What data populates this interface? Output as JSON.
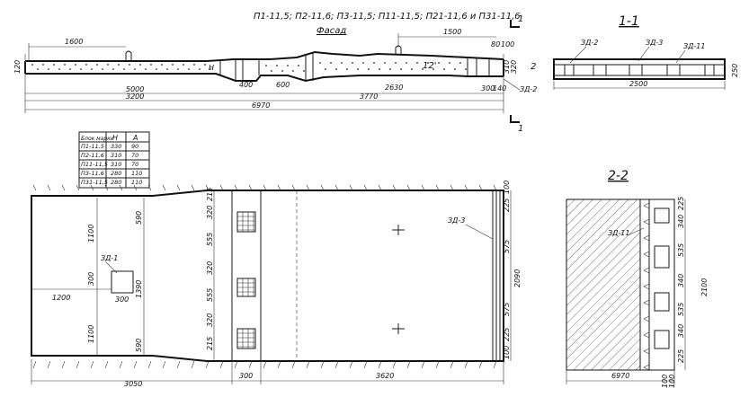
{
  "header": {
    "panels_line": "П1-11,5; П2-11,6; П3-11,5; П11-11,5; П21-11,6 и П31-11,6",
    "facade_title": "Фасад"
  },
  "sections": {
    "section_mark": "1",
    "view_1_1": "1-1",
    "view_2_2": "2-2",
    "section_2_mark": "2"
  },
  "facade_dims": {
    "d1600": "1600",
    "d1500": "1500",
    "d5000": "5000",
    "d3200": "3200",
    "d3770": "3770",
    "d6970": "6970",
    "d400": "400",
    "d600": "600",
    "d2630": "2630",
    "d300": "300",
    "d140": "140",
    "d80": "80",
    "d100": "100",
    "d320": "320",
    "d310": "310",
    "d120": "120",
    "slope": "12'",
    "hmark": "H"
  },
  "facade_labels": {
    "zd2": "ЗД-2"
  },
  "view11": {
    "labels": [
      "ЗД-2",
      "ЗД-3",
      "ЗД-11"
    ],
    "width": "2500",
    "height": "250"
  },
  "table": {
    "headers": [
      "Блок марки",
      "H",
      "A"
    ],
    "rows": [
      [
        "П1-11,5",
        "330",
        "90"
      ],
      [
        "П2-11,6",
        "310",
        "70"
      ],
      [
        "П11-11,5",
        "310",
        "70"
      ],
      [
        "П3-11,6",
        "280",
        "110"
      ],
      [
        "П31-11,5",
        "280",
        "110"
      ]
    ]
  },
  "plan": {
    "left_dims": [
      "1100",
      "300",
      "1100"
    ],
    "right_dims": [
      "590",
      "1390",
      "590"
    ],
    "zd1": "ЗД-1",
    "d300_inner": "300",
    "d1200": "1200",
    "col_dims": [
      "215",
      "320",
      "555",
      "320",
      "555",
      "320",
      "215"
    ],
    "end_dims": [
      "100",
      "225",
      "575",
      "575",
      "225",
      "100"
    ],
    "end_total": "2090",
    "zd3": "ЗД-3",
    "bottom_dims": [
      "3050",
      "300",
      "3620"
    ]
  },
  "view22": {
    "zd11": "ЗД-11",
    "right_dims": [
      "225",
      "340",
      "535",
      "340",
      "535",
      "340",
      "225"
    ],
    "total": "2100",
    "bottom": "6970",
    "small": [
      "100",
      "100"
    ]
  }
}
